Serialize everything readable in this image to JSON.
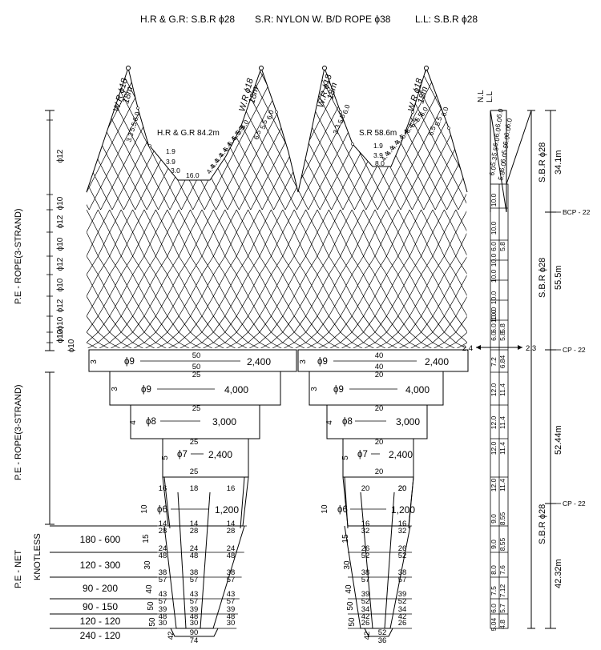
{
  "header": {
    "hr_gr": "H.R & G.R: S.B.R ϕ28",
    "sr": "S.R: NYLON W. B/D ROPE  ϕ38",
    "ll": "L.L: S.B.R  ϕ28"
  },
  "wing_rope": {
    "spec": "W.R ϕ18",
    "length": "18m"
  },
  "rope_lengths": {
    "hr_gr": "H.R & G.R 84.2m",
    "sr": "S.R 58.6m"
  },
  "left_wing_sections": [
    "ϕ12",
    "ϕ10",
    "ϕ12",
    "ϕ10",
    "ϕ12",
    "ϕ10",
    "ϕ12",
    "ϕ10",
    "ϕ12",
    "ϕ10",
    "ϕ10"
  ],
  "left_labels": {
    "upper_group": "P.E - ROPE(3-STRAND)",
    "lower_group": "P.E - ROPE(3-STRAND)",
    "net_group": "P.E - NET",
    "knotless": "KNOTLESS"
  },
  "mesh_rows": [
    "180 - 600",
    "120 - 300",
    "90 - 200",
    "90 - 150",
    "120 - 120",
    "240 - 120"
  ],
  "top_numbers_left": [
    "3.3",
    "5.5",
    "6.0",
    "1.9",
    "3.9",
    "3.0",
    "16.0",
    "4.4",
    "4.4",
    "4.4",
    "4.4",
    "6.4",
    "6.4",
    "6.5",
    "5.5",
    "6.0"
  ],
  "top_numbers_right": [
    "3.3",
    "5.5",
    "6.0",
    "1.9",
    "3.9",
    "8.0",
    "4.4",
    "4.4",
    "4.4",
    "4.4",
    "6.4",
    "6.4",
    "6.5",
    "5.5",
    "6.0"
  ],
  "left_body": [
    {
      "count": "3",
      "phi": "ϕ9",
      "top": "50",
      "bottom": "50",
      "total": "2,400"
    },
    {
      "count": "3",
      "phi": "ϕ9",
      "top": "25",
      "bottom": "",
      "total": "4,000"
    },
    {
      "count": "4",
      "phi": "ϕ8",
      "top": "25",
      "bottom": "",
      "total": "3,000"
    },
    {
      "count": "5",
      "phi": "ϕ7",
      "top": "25",
      "bottom": "25",
      "total": "2,400"
    },
    {
      "count": "10",
      "phi": "ϕ6",
      "top": "",
      "bottom": "",
      "total": "1,200"
    }
  ],
  "right_body": [
    {
      "count": "3",
      "phi": "ϕ9",
      "top": "40",
      "bottom": "40",
      "total": "2,400"
    },
    {
      "count": "3",
      "phi": "ϕ9",
      "top": "20",
      "bottom": "",
      "total": "4,000"
    },
    {
      "count": "4",
      "phi": "ϕ8",
      "top": "20",
      "bottom": "",
      "total": "3,000"
    },
    {
      "count": "5",
      "phi": "ϕ7",
      "top": "20",
      "bottom": "20",
      "total": "2,400"
    },
    {
      "count": "10",
      "phi": "ϕ6",
      "top": "",
      "bottom": "",
      "total": "1,200"
    }
  ],
  "left_codend": {
    "side_counts": [
      "15",
      "30",
      "40",
      "50",
      "50"
    ],
    "side_top_pair": [
      "16",
      "18",
      "16"
    ],
    "rows": [
      [
        "14",
        "28",
        "14",
        "28",
        "14",
        "28"
      ],
      [
        "24",
        "48",
        "24",
        "48",
        "24",
        "48"
      ],
      [
        "38",
        "57",
        "38",
        "57",
        "38",
        "57"
      ],
      [
        "43",
        "57",
        "43",
        "57",
        "43",
        "57"
      ],
      [
        "39",
        "48",
        "39",
        "48",
        "39",
        "48"
      ],
      [
        "30",
        "",
        "30",
        "",
        "30",
        ""
      ]
    ],
    "bottom": [
      "42",
      "90",
      "74"
    ]
  },
  "right_codend": {
    "side_counts": [
      "15",
      "30",
      "40",
      "50",
      "50"
    ],
    "side_top_pair": [
      "20",
      "20",
      "20"
    ],
    "rows": [
      [
        "16",
        "32",
        "16",
        "32"
      ],
      [
        "26",
        "52",
        "26",
        "52"
      ],
      [
        "38",
        "57",
        "38",
        "57"
      ],
      [
        "39",
        "52",
        "39",
        "52"
      ],
      [
        "34",
        "42",
        "34",
        "42"
      ],
      [
        "26",
        "",
        "26",
        ""
      ]
    ],
    "bottom": [
      "42",
      "52",
      "36"
    ]
  },
  "side_profile": {
    "top_labels": [
      "N.L",
      "L.L"
    ],
    "upper_values": [
      "6.0",
      "6.0",
      "6.0",
      "6.0",
      "5.5",
      "5.3",
      "6.0",
      "6.0",
      "6.0",
      "6.0",
      "5.5",
      "6.0",
      "6.0",
      "5.8"
    ],
    "column_values": [
      "10.0",
      "6.0",
      "5.8",
      "10.0",
      "10.0",
      "10.0",
      "6.0",
      "5.8",
      "10.0",
      "10.0",
      "10.0",
      "6.0",
      "5.8",
      "7.2",
      "6.84",
      "12.0",
      "11.4",
      "12.0",
      "11.4",
      "12.0",
      "11.4",
      "12.0",
      "11.4",
      "9.0",
      "8.55",
      "9.0",
      "8.55",
      "8.0",
      "7.6",
      "7.5",
      "7.12",
      "6.0",
      "5.7",
      "5.04",
      "4.8"
    ],
    "cp_left": "2.4",
    "cp_right": "2.3"
  },
  "far_right": {
    "sbr1": "S.B.R ϕ28",
    "len1": "34.1m",
    "bcp": "BCP - 22",
    "sbr2": "S.B.R ϕ28",
    "len2": "55.5m",
    "cp1": "CP - 22",
    "len3": "52.44m",
    "sbr3": "S.B.R ϕ28",
    "cp2": "CP - 22",
    "len4": "42.32m"
  }
}
